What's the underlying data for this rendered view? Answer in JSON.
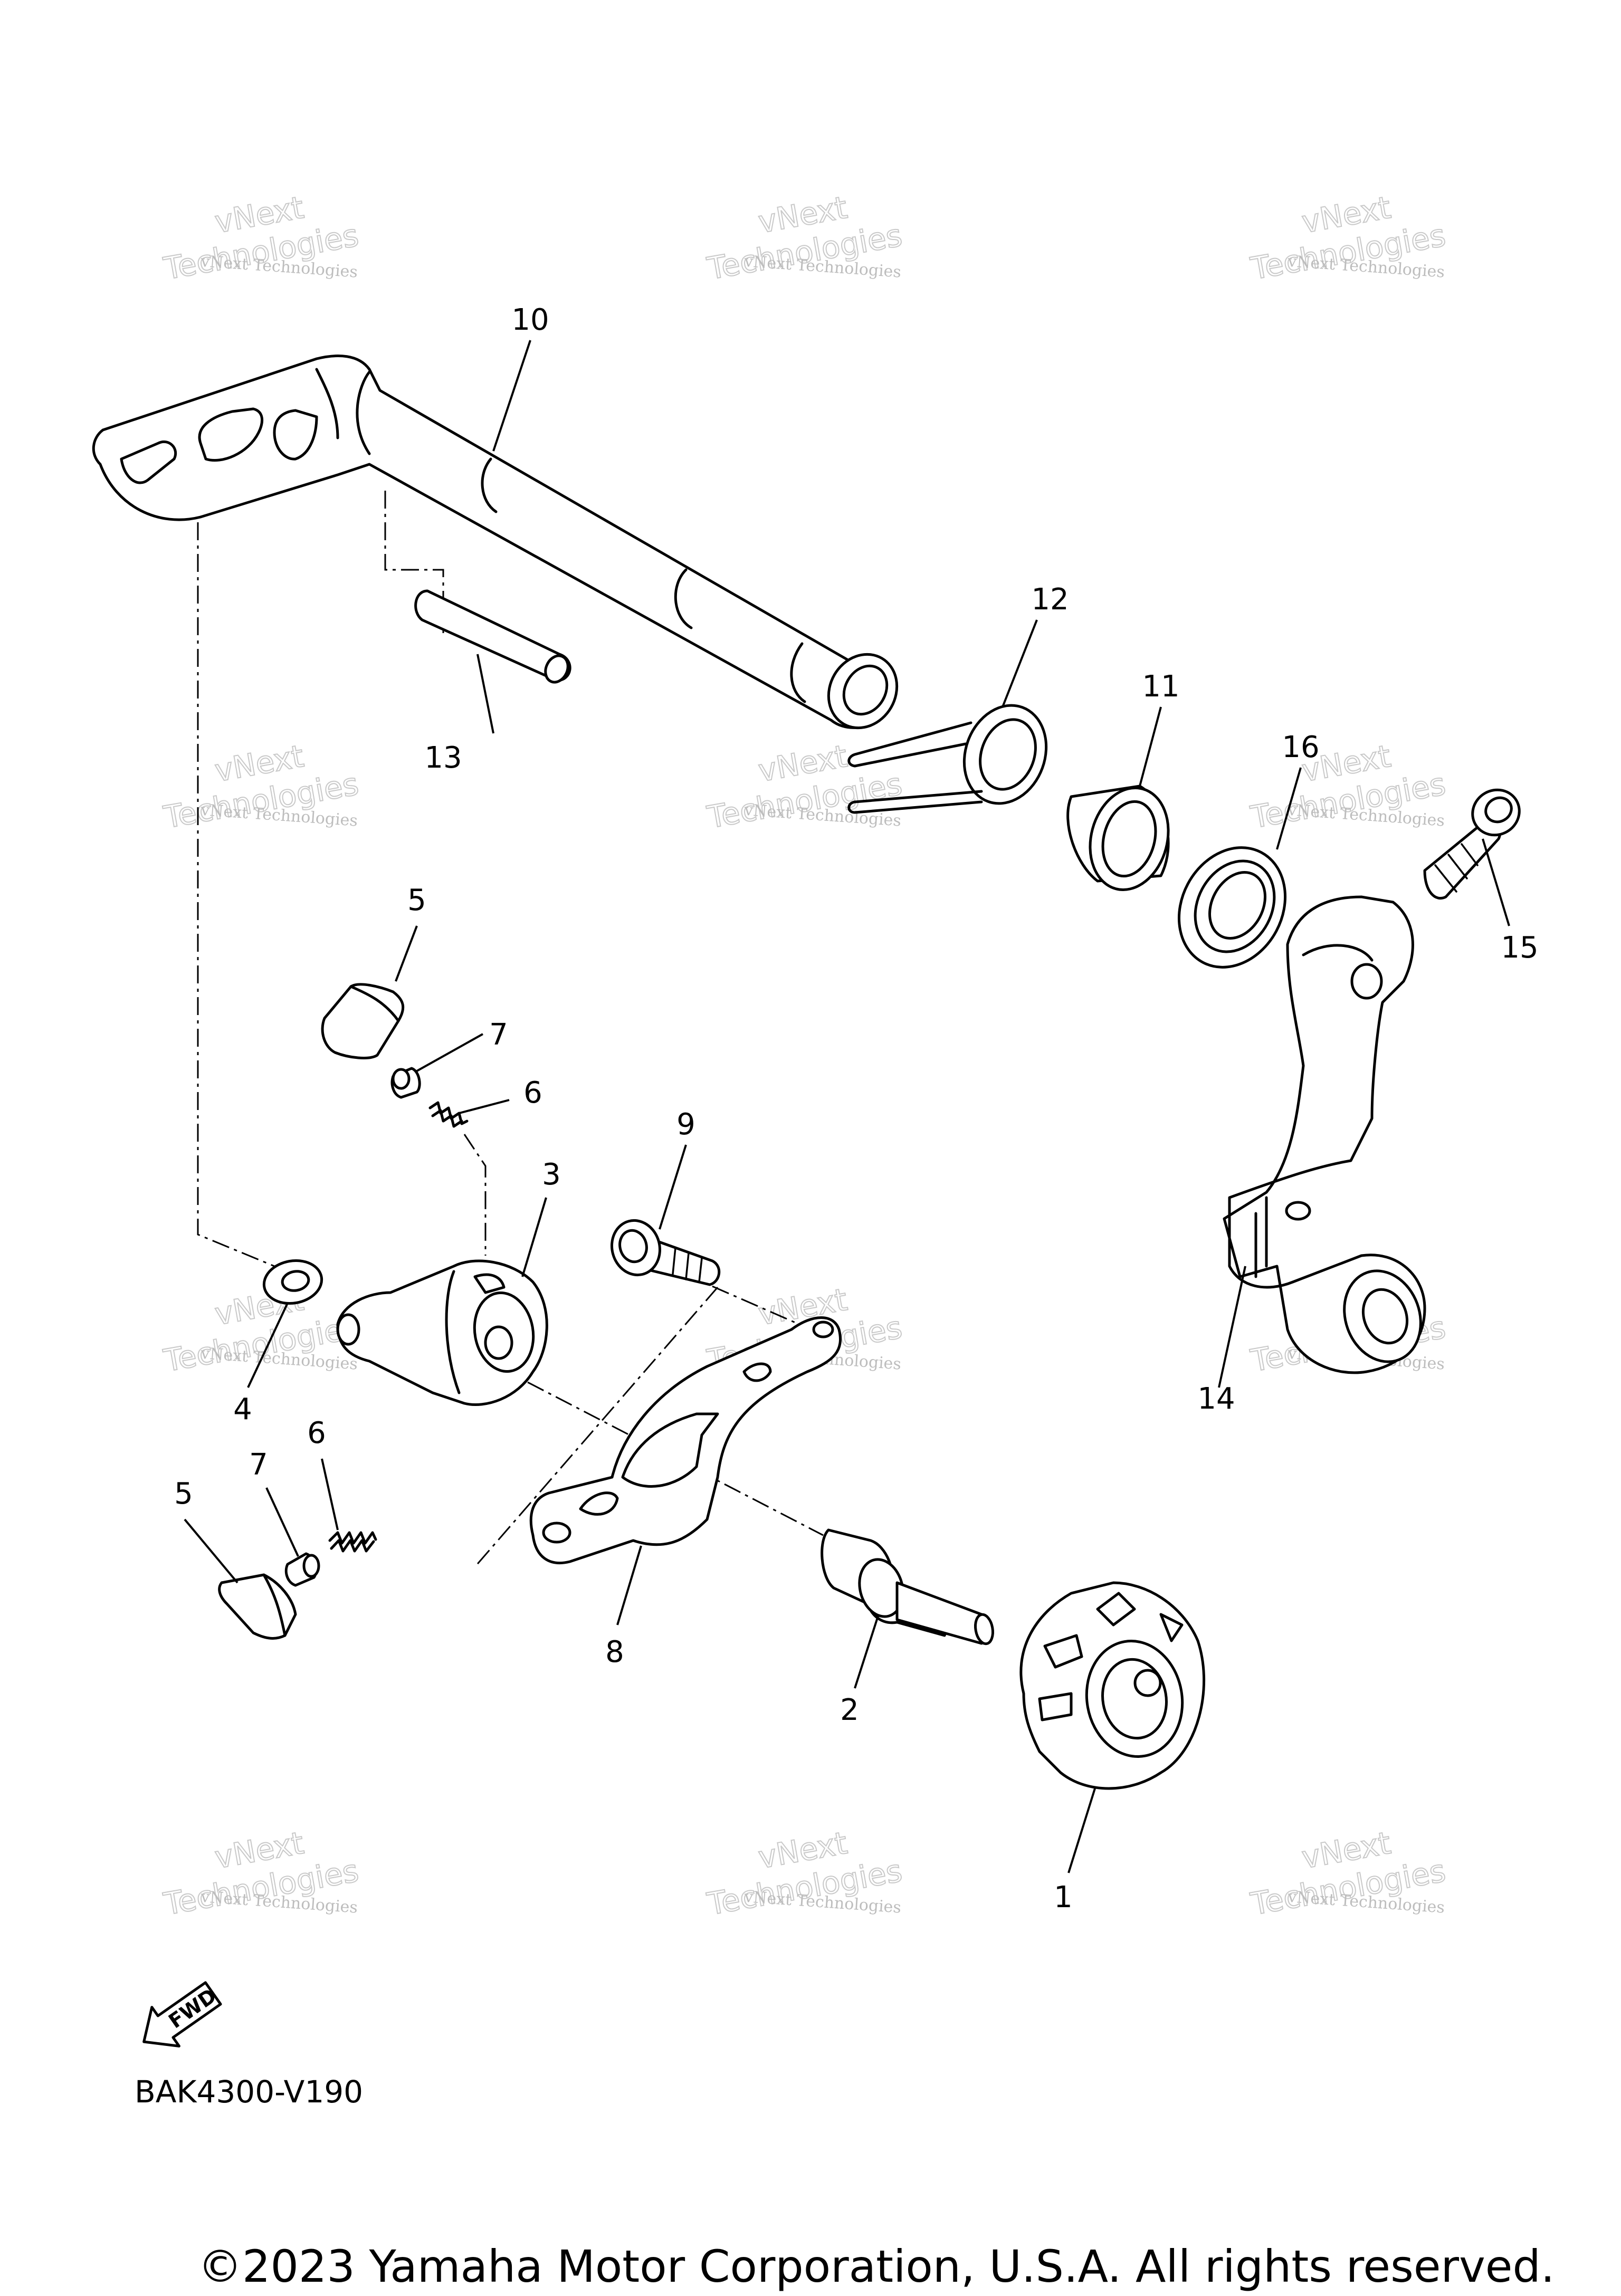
{
  "diagram": {
    "callouts": [
      "1",
      "2",
      "3",
      "4",
      "5",
      "5",
      "6",
      "6",
      "7",
      "7",
      "8",
      "9",
      "10",
      "11",
      "12",
      "13",
      "14",
      "15",
      "16"
    ],
    "diagram_code": "BAK4300-V190",
    "fwd_label": "FWD",
    "copyright": "©2023 Yamaha Motor Corporation, U.S.A. All rights reserved.",
    "watermark": {
      "line1": "vNext",
      "line2": "Technologies",
      "line3": "vNext Technologies"
    }
  }
}
